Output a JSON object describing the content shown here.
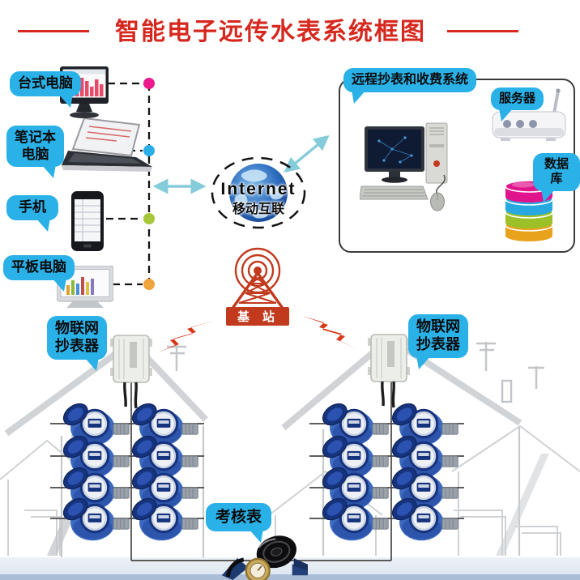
{
  "title": {
    "text": "智能电子远传水表系统框图"
  },
  "clients": {
    "items": [
      {
        "label": "台式电脑",
        "type": "desktop-computer",
        "dot_color": "#ec1a8d"
      },
      {
        "label": "笔记本\n电脑",
        "type": "laptop",
        "dot_color": "#2aaee8"
      },
      {
        "label": "手机",
        "type": "smartphone",
        "dot_color": "#a6c838"
      },
      {
        "label": "平板电脑",
        "type": "tablet",
        "dot_color": "#f0a43c"
      }
    ]
  },
  "internet": {
    "name": "Internet",
    "subtitle": "移动互联"
  },
  "billing_system": {
    "title": "远程抄表和收费系统",
    "server_label": "服务器",
    "database_label": "数据库",
    "database_disk_colors": [
      "#e0148c",
      "#28a8e0",
      "#9cc028",
      "#e8a21c"
    ]
  },
  "base_station": {
    "label": "基站"
  },
  "iot_readers": {
    "left": {
      "label": "物联网\n抄表器"
    },
    "right": {
      "label": "物联网\n抄表器"
    }
  },
  "assessment_meter": {
    "label": "考核表"
  },
  "meter_network": {
    "groups": [
      {
        "id": "left",
        "rows": 4,
        "cols": 2
      },
      {
        "id": "right",
        "rows": 4,
        "cols": 2
      }
    ],
    "meters_per_group": 8
  },
  "colors": {
    "title": "#d6281e",
    "bubble": "#29b1e8",
    "arrow": "#85ccda",
    "tower": "#c23a1e",
    "bolt": "#d93818",
    "meter-body": "#3b69c0",
    "meter-cap": "#16337e",
    "wire": "#474747"
  }
}
